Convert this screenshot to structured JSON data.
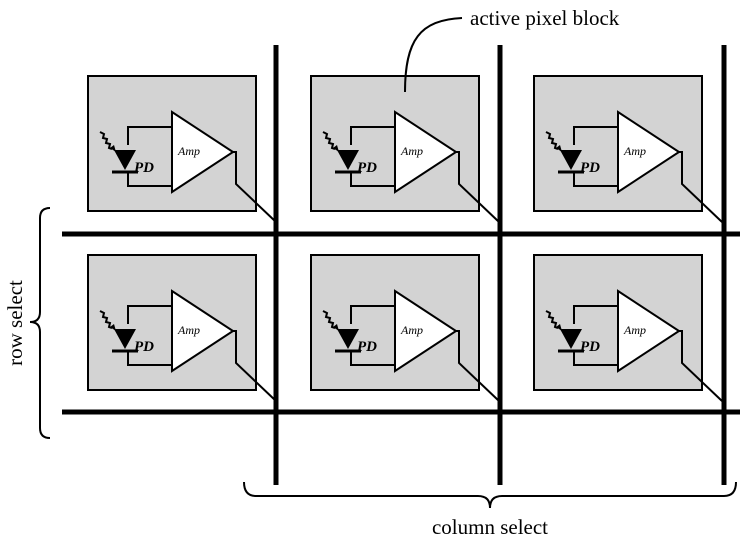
{
  "labels": {
    "active_pixel_block": "active pixel block",
    "row_select": "row select",
    "column_select": "column select",
    "amp": "Amp",
    "pd": "PD"
  },
  "grid": {
    "rows": 2,
    "columns": 3
  },
  "colors": {
    "pixel_fill": "#d3d3d3",
    "line": "#000000",
    "background": "#ffffff"
  }
}
